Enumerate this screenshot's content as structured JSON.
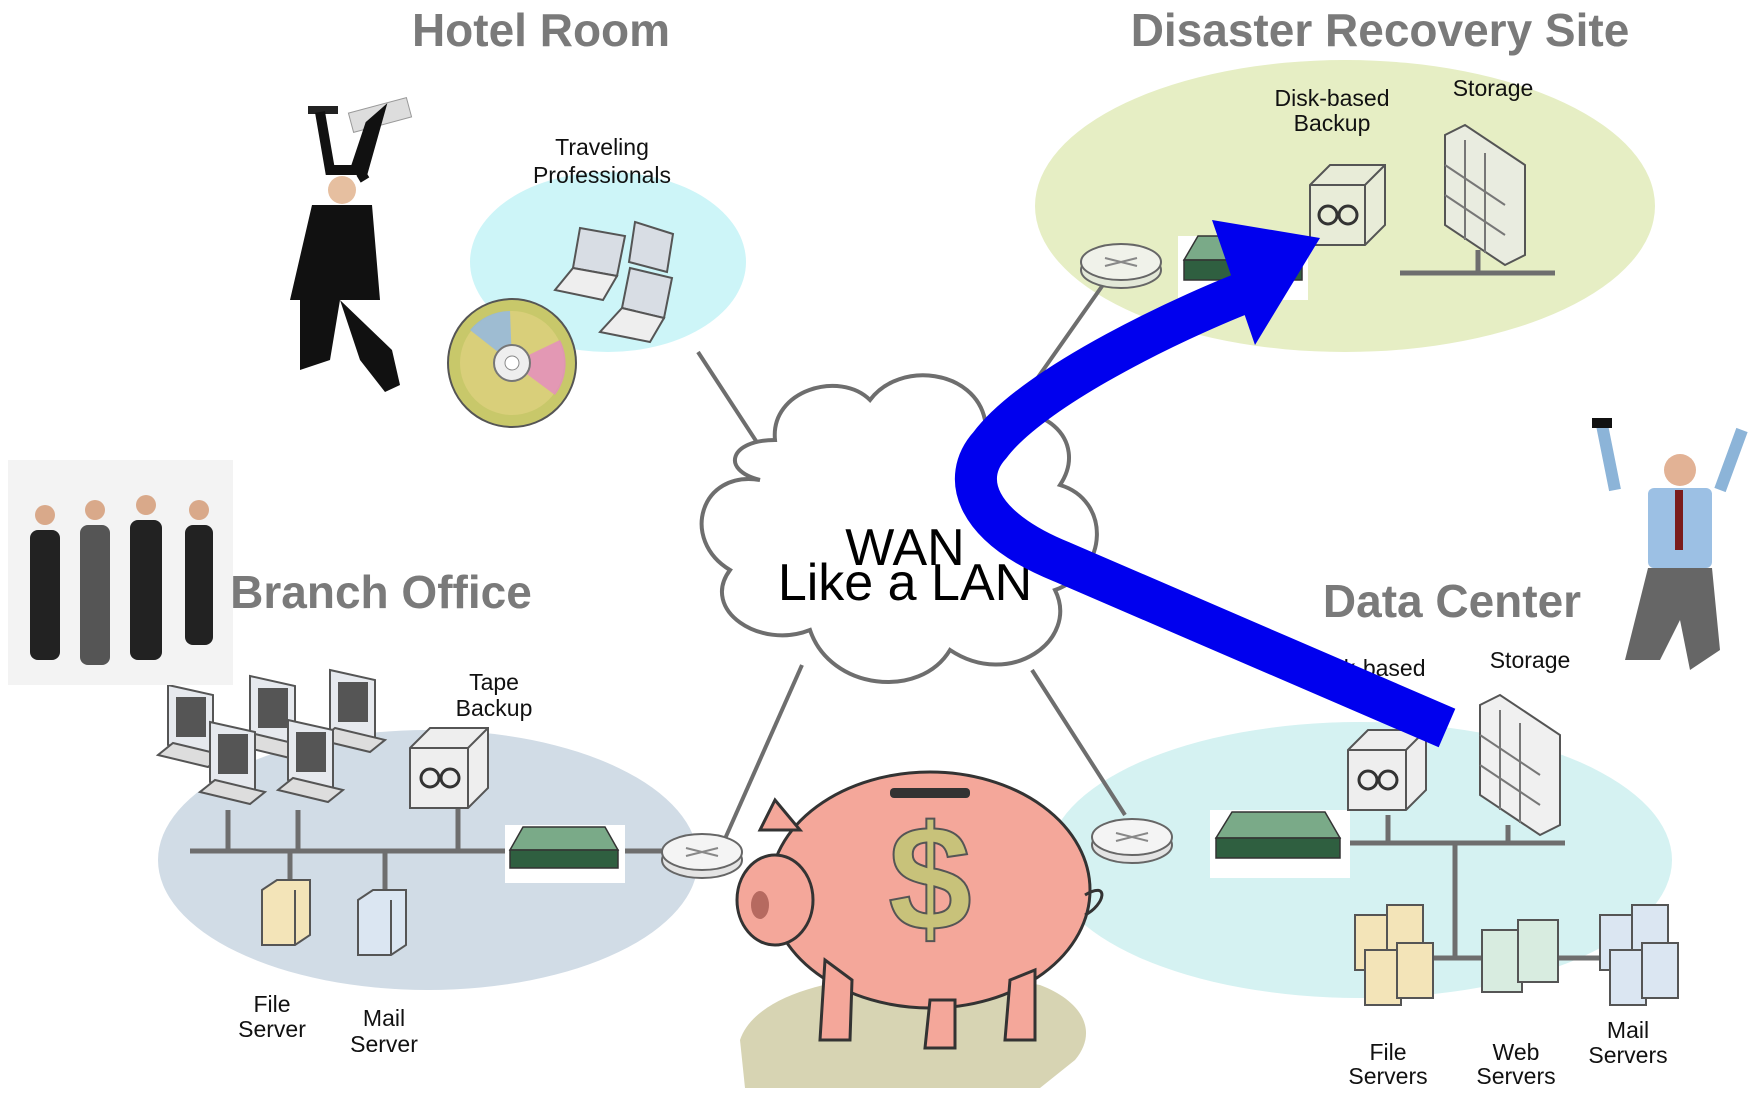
{
  "sites": {
    "hotel": {
      "title": "Hotel Room",
      "group_label_1": "Traveling",
      "group_label_2": "Professionals"
    },
    "dr": {
      "title": "Disaster Recovery Site",
      "disk_backup_1": "Disk-based",
      "disk_backup_2": "Backup",
      "storage": "Storage"
    },
    "branch": {
      "title": "Branch Office",
      "tape_1": "Tape",
      "tape_2": "Backup",
      "file_server_1": "File",
      "file_server_2": "Server",
      "mail_server_1": "Mail",
      "mail_server_2": "Server"
    },
    "datacenter": {
      "title": "Data Center",
      "disk_backup_1": "Disk-based",
      "storage": "Storage",
      "file_servers_1": "File",
      "file_servers_2": "Servers",
      "web_servers_1": "Web",
      "web_servers_2": "Servers",
      "mail_servers_1": "Mail",
      "mail_servers_2": "Servers"
    }
  },
  "wan": {
    "line1": "WAN",
    "line2": "Like a LAN"
  },
  "colors": {
    "hotel_bg": "#cdf5f8",
    "dr_bg": "#e6eec4",
    "branch_bg": "#d1dce6",
    "datacenter_bg": "#d5f2f2",
    "arrow": "#0000ee",
    "piggy": "#f4a79a",
    "dollar": "#c8c27a"
  }
}
